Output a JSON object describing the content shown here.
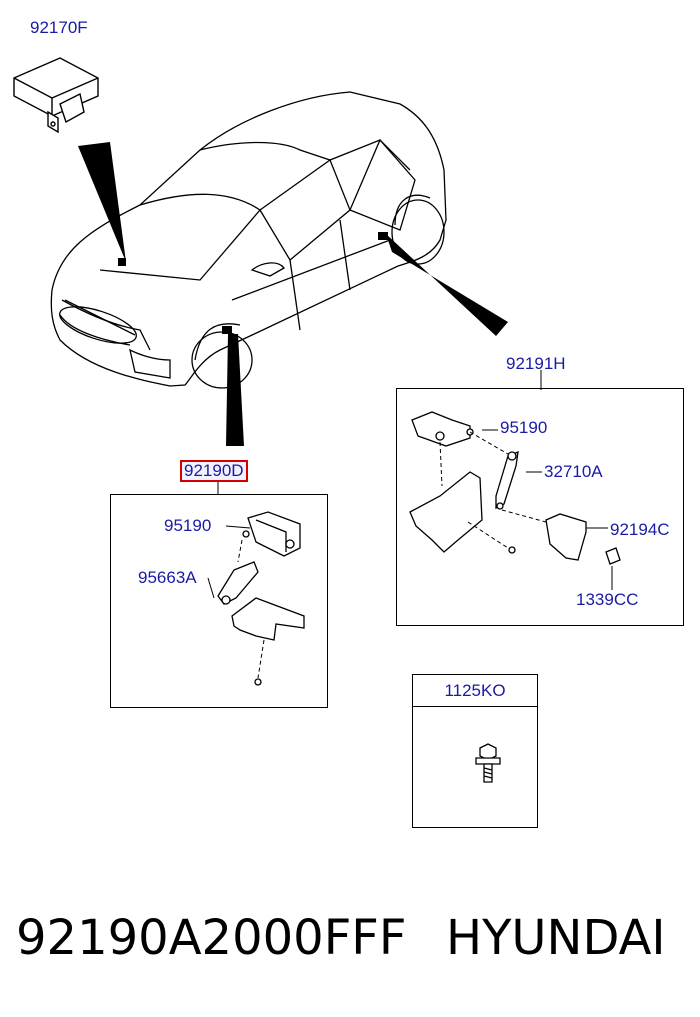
{
  "labels": {
    "module_part": "92170F",
    "sensor_assy_front": "92190D",
    "sensor_assy_rear": "92191H",
    "front_sensor": "95190",
    "front_link": "95663A",
    "rear_sensor": "95190",
    "rear_link": "32710A",
    "rear_bracket": "92194C",
    "rear_nut": "1339CC",
    "bolt_part": "1125KO"
  },
  "footer": {
    "part_number": "92190A2000FFF",
    "brand": "HYUNDAI"
  },
  "colors": {
    "label_blue": "#1a1aa6",
    "highlight_red": "#d40000",
    "line": "#000000"
  }
}
